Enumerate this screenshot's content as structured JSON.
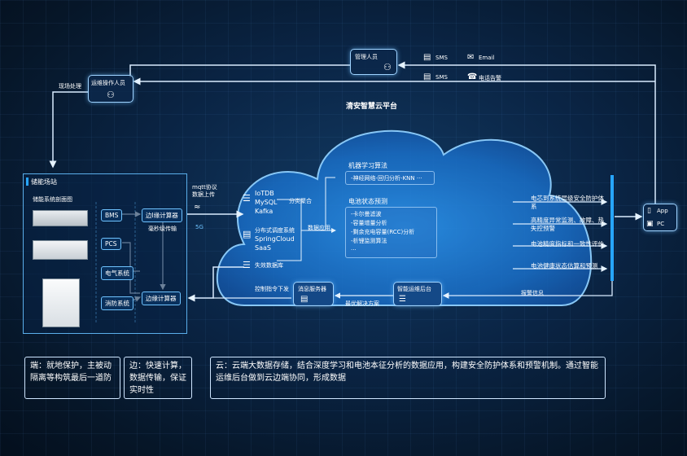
{
  "top": {
    "manager": "管理人员",
    "ops_person": "运维操作人员",
    "onsite": "现场处理",
    "sms1": "SMS",
    "email": "Email",
    "sms2": "SMS",
    "phone_alert": "电话告警"
  },
  "cloud": {
    "platform_title": "清安智慧云平台",
    "db": [
      "IoTDB",
      "MySQL",
      "Kafka"
    ],
    "dist": [
      "分布式调度系统",
      "SpringCloud",
      "SaaS"
    ],
    "fail_db": "失效数据库",
    "aggregation": "分类聚合",
    "data_app": "数据应用",
    "ml_title": "机器学习算法",
    "ml_item": "-神经网络-回归分析-KNN ···",
    "battery_title": "电池状态预测",
    "battery_items": [
      "-卡尔曼滤波",
      "-容量增量分析",
      "-剩余充电容量(RCC)分析",
      "-析锂监测算法",
      "···"
    ],
    "msg_server": "消息服务器",
    "ops_backend": "智能运维后台",
    "best_solution": "最优解决方案",
    "control_cmd": "控制指令下发"
  },
  "site": {
    "title": "储能场站",
    "diagram": "储能系统剖面图",
    "bms": "BMS",
    "pcs": "PCS",
    "electrical": "电气系统",
    "fire": "消防系统",
    "edge1": "边I缘计算器",
    "edge2": "边缘计算器",
    "ms_transfer": "毫秒级传输",
    "mqtt": "mqtt协议\n数据上传",
    "g5": "5G"
  },
  "right": {
    "labels": [
      "电芯到系统层级安全防护体系",
      "高精度异常监测、故障、热失控预警",
      "电池精度指标和一致性评价",
      "电池健康状态估算和预测"
    ],
    "alarm_info": "报警信息",
    "app": "App",
    "pc": "PC"
  },
  "desc": {
    "end": "端：就地保护，主被动隔离等构筑最后一道防",
    "edge": "边：快速计算，数据传输，保证实时性",
    "cloud": "云：云端大数据存储，结合深度学习和电池本征分析的数据应用，构建安全防护体系和预警机制。通过智能运维后台做到云边端协同，形成数据"
  },
  "colors": {
    "accent": "#27a6ff",
    "line": "#cfe8ff",
    "cloud": "#1c7fd8"
  },
  "icons": [
    "person-icon",
    "sms-icon",
    "email-icon",
    "phone-icon",
    "database-icon",
    "server-icon",
    "wifi-icon",
    "message-icon",
    "layers-icon",
    "mobile-icon",
    "pc-icon"
  ]
}
